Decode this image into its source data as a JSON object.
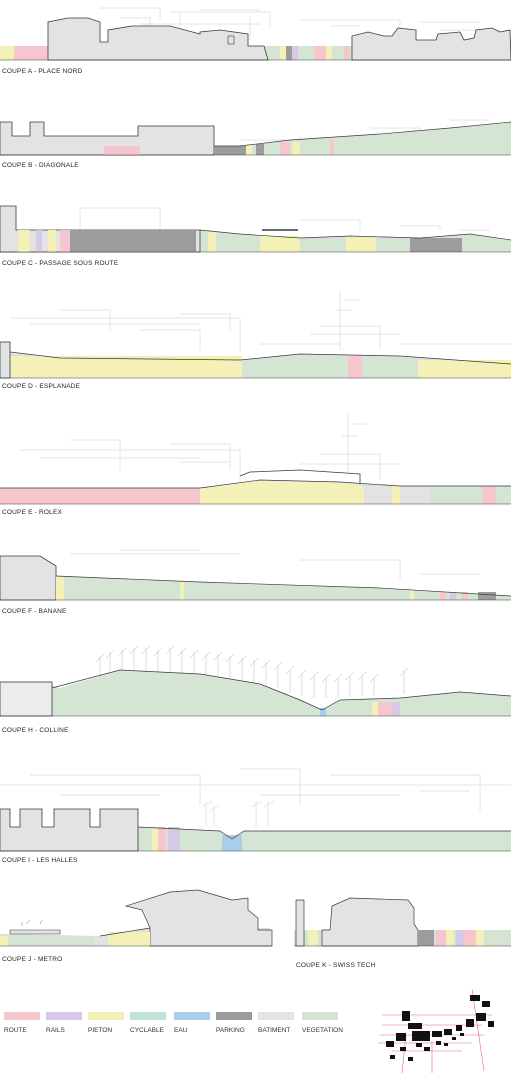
{
  "sections": [
    {
      "id": "A",
      "caption": "COUPE A - PLACE NORD"
    },
    {
      "id": "B",
      "caption": "COUPE B - DIAGONALE"
    },
    {
      "id": "C",
      "caption": "COUPE C - PASSAGE SOUS ROUTE"
    },
    {
      "id": "D",
      "caption": "COUPE D - ESPLANADE"
    },
    {
      "id": "E",
      "caption": "COUPE E - ROLEX"
    },
    {
      "id": "F",
      "caption": "COUPE F - BANANE"
    },
    {
      "id": "H",
      "caption": "COUPE H - COLLINE"
    },
    {
      "id": "I",
      "caption": "COUPE I - LES HALLES"
    },
    {
      "id": "J",
      "caption": "COUPE J - METRO"
    },
    {
      "id": "K",
      "caption": "COUPE K - SWISS TECH"
    }
  ],
  "legend": [
    {
      "label": "ROUTE",
      "color": "#f6c6cf"
    },
    {
      "label": "RAILS",
      "color": "#d6c8e6"
    },
    {
      "label": "PIETON",
      "color": "#f3f1b8"
    },
    {
      "label": "CYCLABLE",
      "color": "#bfe3d6"
    },
    {
      "label": "EAU",
      "color": "#a9cdec"
    },
    {
      "label": "PARKING",
      "color": "#9c9c9c"
    },
    {
      "label": "BATIMENT",
      "color": "#e3e3e3"
    },
    {
      "label": "VEGETATION",
      "color": "#d4e6d3"
    }
  ],
  "colors": {
    "outline": "#3a3a3a",
    "faint_line": "#c4c4c4",
    "building_fill": "#e3e3e3",
    "vegetation": "#d4e6d3",
    "map_black": "#111111",
    "map_red": "#e06a7d"
  }
}
